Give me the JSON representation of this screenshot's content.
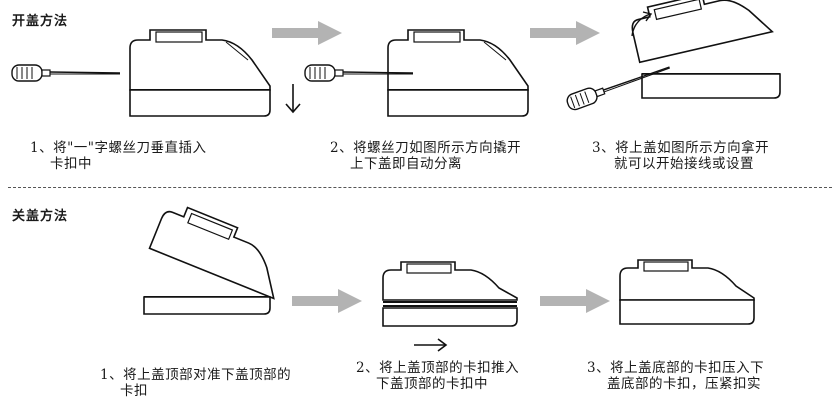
{
  "open": {
    "title": "开盖方法",
    "steps": [
      {
        "line1": "1、将\"一\"字螺丝刀垂直插入",
        "line2": "卡扣中"
      },
      {
        "line1": "2、将螺丝刀如图所示方向撬开",
        "line2": "上下盖即自动分离"
      },
      {
        "line1": "3、将上盖如图所示方向拿开",
        "line2": "就可以开始接线或设置"
      }
    ]
  },
  "close": {
    "title": "关盖方法",
    "steps": [
      {
        "line1": "1、将上盖顶部对准下盖顶部的",
        "line2": "卡扣"
      },
      {
        "line1": "2、将上盖顶部的卡扣推入",
        "line2": "下盖顶部的卡扣中"
      },
      {
        "line1": "3、将上盖底部的卡扣压入下",
        "line2": "盖底部的卡扣，压紧扣实"
      }
    ]
  },
  "colors": {
    "arrow": "#b3b3b3",
    "line": "#111111"
  }
}
